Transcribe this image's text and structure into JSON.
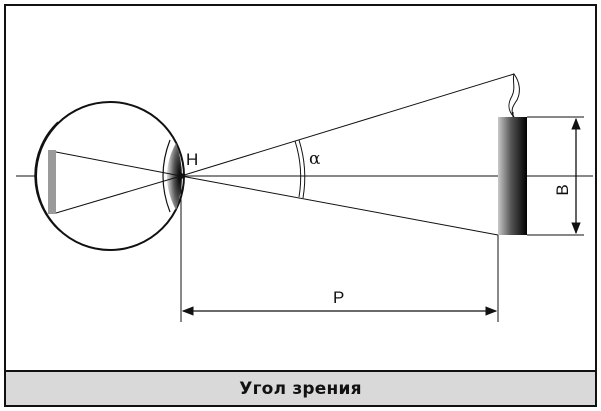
{
  "caption": "Угол зрения",
  "labels": {
    "nodal_point": "Н",
    "angle": "α",
    "distance": "Р",
    "size": "В"
  }
}
